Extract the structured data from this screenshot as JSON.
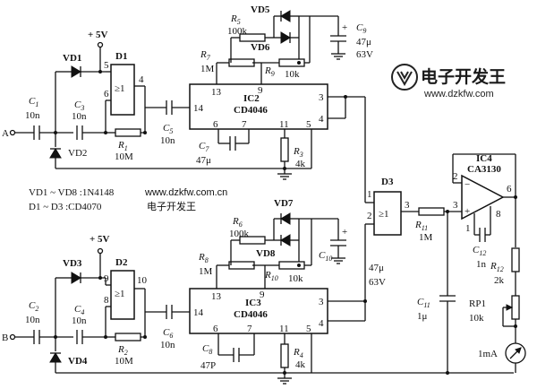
{
  "schematic": {
    "supply_top": "+ 5V",
    "supply_bottom": "+ 5V",
    "input_a": "A",
    "input_b": "B",
    "legend_line1": "VD1 ~ VD8 :1N4148",
    "legend_line2": "D1 ~ D3 :CD4070",
    "url": "www.dzkfw.com.cn",
    "site_cn": "电子开发王",
    "logo": {
      "cn": "电子开发王",
      "url": "www.dzkfw.com"
    },
    "top": {
      "vd1": "VD1",
      "vd2": "VD2",
      "d1": "D1",
      "d1_gate": "≥1",
      "pin5": "5",
      "pin6": "6",
      "pin4": "4",
      "c1_name": "C",
      "c1_sub": "1",
      "c1_val": "10n",
      "c3_name": "C",
      "c3_sub": "3",
      "c3_val": "10n",
      "r1_name": "R",
      "r1_sub": "1",
      "r1_val": "10M",
      "c5_name": "C",
      "c5_sub": "5",
      "c5_val": "10n",
      "ic_name": "IC2",
      "ic_part": "CD4046",
      "p13": "13",
      "p9": "9",
      "p14": "14",
      "p3": "3",
      "p4": "4",
      "p6": "6",
      "p7": "7",
      "p11": "11",
      "p5": "5",
      "c7_name": "C",
      "c7_sub": "7",
      "c7_val": "47μ",
      "r3_name": "R",
      "r3_sub": "3",
      "r3_val": "4k",
      "r5_name": "R",
      "r5_sub": "5",
      "r5_val": "100k",
      "vd5": "VD5",
      "vd6": "VD6",
      "r7_name": "R",
      "r7_sub": "7",
      "r7_val": "1M",
      "r9_name": "R",
      "r9_sub": "9",
      "r9_val": "10k",
      "c9_name": "C",
      "c9_sub": "9",
      "c9_val1": "47μ",
      "c9_val2": "63V",
      "c9_plus": "+"
    },
    "bottom": {
      "vd3": "VD3",
      "vd4": "VD4",
      "d2": "D2",
      "d2_gate": "≥1",
      "pin9": "9",
      "pin8": "8",
      "pin10": "10",
      "c2_name": "C",
      "c2_sub": "2",
      "c2_val": "10n",
      "c4_name": "C",
      "c4_sub": "4",
      "c4_val": "10n",
      "r2_name": "R",
      "r2_sub": "2",
      "r2_val": "10M",
      "c6_name": "C",
      "c6_sub": "6",
      "c6_val": "10n",
      "ic_name": "IC3",
      "ic_part": "CD4046",
      "p13": "13",
      "p9": "9",
      "p14": "14",
      "p3": "3",
      "p4": "4",
      "p6": "6",
      "p7": "7",
      "p11": "11",
      "p5": "5",
      "c8_name": "C",
      "c8_sub": "8",
      "c8_val": "47P",
      "r4_name": "R",
      "r4_sub": "4",
      "r4_val": "4k",
      "r6_name": "R",
      "r6_sub": "6",
      "r6_val": "100k",
      "vd7": "VD7",
      "vd8": "VD8",
      "r8_name": "R",
      "r8_sub": "8",
      "r8_val": "1M",
      "r10_name": "R",
      "r10_sub": "10",
      "r10_val": "10k",
      "c10_name": "C",
      "c10_sub": "10",
      "c10_plus": "+",
      "c10_val1": "47μ",
      "c10_val2": "63V"
    },
    "right": {
      "d3": "D3",
      "d3_gate": "≥1",
      "d3_p1": "1",
      "d3_p2": "2",
      "d3_p3": "3",
      "r11_name": "R",
      "r11_sub": "11",
      "r11_val": "1M",
      "ic4_name": "IC4",
      "ic4_part": "CA3130",
      "ic4_p2": "2",
      "ic4_p3": "3",
      "ic4_p6": "6",
      "ic4_p8": "8",
      "ic4_p1": "1",
      "ic4_minus": "−",
      "ic4_plus": "+",
      "c12_name": "C",
      "c12_sub": "12",
      "c12_val": "1n",
      "c11_name": "C",
      "c11_sub": "11",
      "c11_val": "1μ",
      "r12_name": "R",
      "r12_sub": "12",
      "r12_val": "2k",
      "rp1_name": "RP1",
      "rp1_val": "10k",
      "meter": "1mA"
    }
  }
}
